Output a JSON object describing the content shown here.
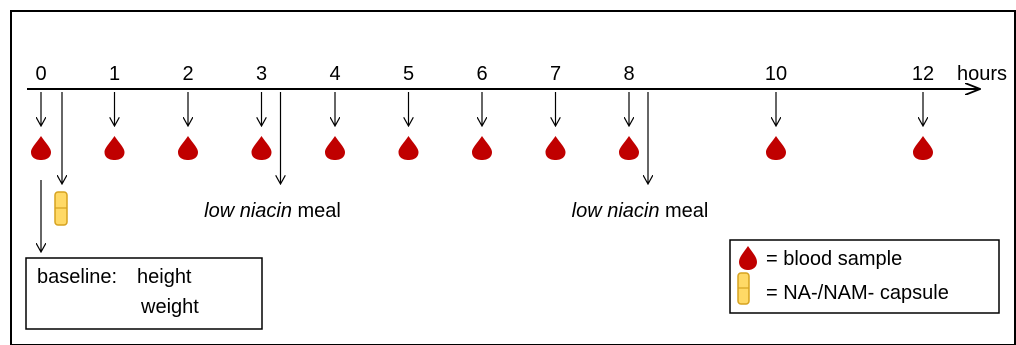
{
  "timeline": {
    "unit_label": "hours",
    "ticks": [
      "0",
      "1",
      "2",
      "3",
      "4",
      "5",
      "6",
      "7",
      "8",
      "10",
      "12"
    ],
    "blood_sample_hours": [
      0,
      1,
      2,
      3,
      4,
      5,
      6,
      7,
      8,
      10,
      12
    ],
    "capsule_hour": 0,
    "meals": [
      {
        "hour": 3,
        "text_italic": "low niacin",
        "text_plain": " meal"
      },
      {
        "hour": 8,
        "text_italic": "low niacin",
        "text_plain": " meal"
      }
    ]
  },
  "baseline": {
    "label": "baseline:",
    "line1": "height",
    "line2": "weight"
  },
  "legend": {
    "blood": "= blood sample",
    "capsule": "= NA-/NAM- capsule"
  },
  "colors": {
    "blood_drop": "#c00000",
    "capsule_fill": "#ffd966",
    "capsule_stroke": "#d6a21f",
    "line": "#000000",
    "frame": "#000000"
  },
  "icons": {
    "blood_sample": "blood-drop-icon",
    "capsule": "capsule-icon"
  }
}
